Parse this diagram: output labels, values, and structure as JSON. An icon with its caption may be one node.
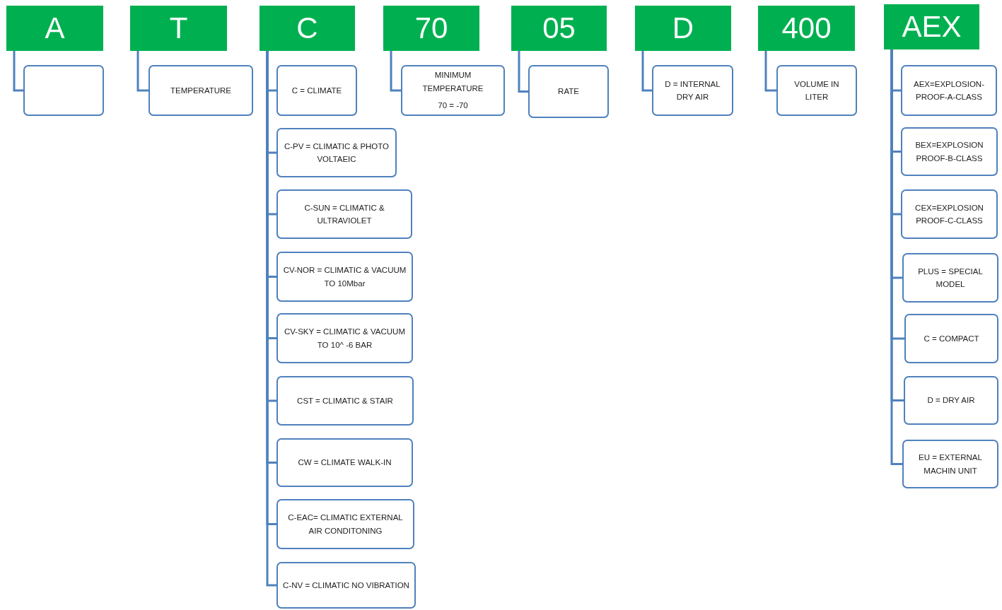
{
  "diagram": {
    "nodes": [
      {
        "text": [
          "A"
        ]
      },
      {
        "text": [],
        "shape": "box"
      },
      {
        "text": [
          "T"
        ]
      },
      {
        "text": [
          "TEMPERATURE"
        ]
      },
      {
        "text": [
          "C"
        ]
      },
      {
        "text": [
          "C = CLIMATE"
        ]
      },
      {
        "text": [
          "C-PV = CLIMATIC & PHOTO VOLTAEIC"
        ]
      },
      {
        "text": [
          "C-SUN = CLIMATIC & ULTRAVIOLET"
        ]
      },
      {
        "text": [
          "CV-NOR = CLIMATIC & VACUUM TO 10Mbar"
        ]
      },
      {
        "text": [
          "CV-SKY = CLIMATIC & VACUUM TO 10^ -6 BAR"
        ]
      },
      {
        "text": [
          "CST = CLIMATIC & STAIR"
        ]
      },
      {
        "text": [
          "CW = CLIMATE WALK-IN"
        ]
      },
      {
        "text": [
          "C-EAC= CLIMATIC EXTERNAL AIR CONDITONING"
        ]
      },
      {
        "text": [
          "C-NV = CLIMATIC NO VIBRATION"
        ]
      },
      {
        "text": [
          "70"
        ]
      },
      {
        "text": [
          "MINIMUM TEMPERATURE",
          "70 = -70"
        ]
      },
      {
        "text": [
          "05"
        ]
      },
      {
        "text": [
          "RATE"
        ]
      },
      {
        "text": [
          "D"
        ]
      },
      {
        "text": [
          "D = INTERNAL DRY AIR"
        ]
      },
      {
        "text": [
          "400"
        ]
      },
      {
        "text": [
          "VOLUME IN LITER"
        ]
      },
      {
        "text": [
          "AEX"
        ]
      },
      {
        "text": [
          "AEX=EXPLOSION-PROOF-A-CLASS"
        ]
      },
      {
        "text": [
          "BEX=EXPLOSION PROOF-B-CLASS"
        ]
      },
      {
        "text": [
          "CEX=EXPLOSION PROOF-C-CLASS"
        ]
      },
      {
        "text": [
          "PLUS = SPECIAL MODEL"
        ]
      },
      {
        "text": [
          "C = COMPACT"
        ]
      },
      {
        "text": [
          "D = DRY AIR"
        ]
      },
      {
        "text": [
          "EU = EXTERNAL MACHIN UNIT"
        ]
      }
    ],
    "edges": [
      {
        "from": 0,
        "to": 1,
        "arrow": "none"
      },
      {
        "from": 2,
        "to": 3,
        "arrow": "none"
      },
      {
        "from": 4,
        "to": 5,
        "arrow": "none"
      },
      {
        "from": 4,
        "to": 6,
        "arrow": "none"
      },
      {
        "from": 4,
        "to": 7,
        "arrow": "none"
      },
      {
        "from": 4,
        "to": 8,
        "arrow": "none"
      },
      {
        "from": 4,
        "to": 9,
        "arrow": "none"
      },
      {
        "from": 4,
        "to": 10,
        "arrow": "none"
      },
      {
        "from": 4,
        "to": 11,
        "arrow": "none"
      },
      {
        "from": 4,
        "to": 12,
        "arrow": "none"
      },
      {
        "from": 4,
        "to": 13,
        "arrow": "none"
      },
      {
        "from": 14,
        "to": 15,
        "arrow": "none"
      },
      {
        "from": 16,
        "to": 17,
        "arrow": "none"
      },
      {
        "from": 18,
        "to": 19,
        "arrow": "none"
      },
      {
        "from": 20,
        "to": 21,
        "arrow": "none"
      },
      {
        "from": 22,
        "to": 23,
        "arrow": "none"
      },
      {
        "from": 22,
        "to": 24,
        "arrow": "none"
      },
      {
        "from": 22,
        "to": 25,
        "arrow": "none"
      },
      {
        "from": 22,
        "to": 26,
        "arrow": "none"
      },
      {
        "from": 22,
        "to": 27,
        "arrow": "none"
      },
      {
        "from": 22,
        "to": 28,
        "arrow": "none"
      },
      {
        "from": 22,
        "to": 29,
        "arrow": "none"
      }
    ]
  }
}
